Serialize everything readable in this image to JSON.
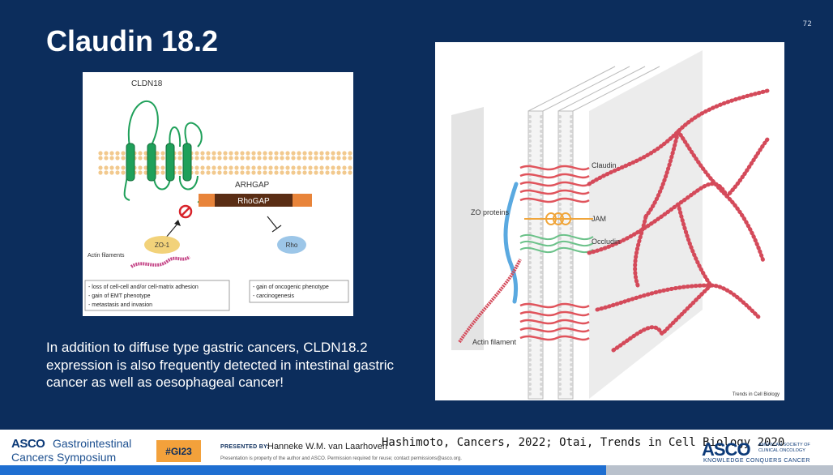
{
  "slide": {
    "number": "72",
    "title": "Claudin 18.2",
    "body_text": "In addition to diffuse type gastric cancers, CLDN18.2 expression is also frequently detected in intestinal gastric cancer as well as oesophageal cancer!"
  },
  "figure_left": {
    "label_cldn18": "CLDN18",
    "label_arhgap": "ARHGAP",
    "label_rhogap": "RhoGAP",
    "label_zo1": "ZO-1",
    "label_rho": "Rho",
    "label_actin": "Actin filaments",
    "box_left_lines": [
      "- loss of cell-cell and/or cell-matrix adhesion",
      "- gain of EMT phenotype",
      "- metastasis and invasion"
    ],
    "box_right_lines": [
      "- gain of oncogenic phenotype",
      "- carcinogenesis"
    ],
    "colors": {
      "membrane": "#f2c98e",
      "claudin": "#1fa05a",
      "rhogap_outer": "#e8843a",
      "rhogap_inner": "#5a2d14",
      "zo1": "#f2d27a",
      "rho": "#9cc6e8",
      "actin": "#c64a8a",
      "inhibit": "#d8232a"
    }
  },
  "figure_right": {
    "label_claudin": "Claudin",
    "label_jam": "JAM",
    "label_occludin": "Occludin",
    "label_zo": "ZO proteins",
    "label_actin": "Actin filament",
    "label_journal": "Trends in Cell Biology",
    "colors": {
      "claudin": "#e0545c",
      "jam": "#f0a53a",
      "occludin": "#6cc28a",
      "zo": "#5aa9e0",
      "actin": "#d44a5a"
    }
  },
  "footer": {
    "logo_asco": "ASCO",
    "logo_gi": "Gastrointestinal",
    "logo_cs": "Cancers Symposium",
    "hashtag": "#GI23",
    "presented_by": "PRESENTED BY:",
    "presenter": "Hanneke W.M. van Laarhoven",
    "disclaimer": "Presentation is property of the author and ASCO. Permission required for reuse; contact permissions@asco.org.",
    "citation": "Hashimoto, Cancers, 2022; Otai, Trends in Cell Biology 2020",
    "logo_right_mark": "ASCO",
    "logo_right_side": "AMERICAN SOCIETY OF CLINICAL ONCOLOGY",
    "logo_right_tag": "KNOWLEDGE CONQUERS CANCER",
    "colors": {
      "blue_bar": "#1f6fd1",
      "grey_bar": "#b9c1cc",
      "hashtag_bg": "#f3a13b"
    }
  }
}
